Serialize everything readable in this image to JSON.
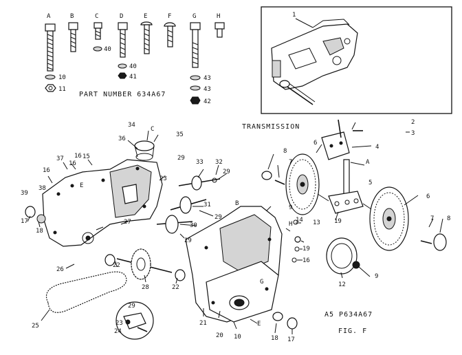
{
  "diagram": {
    "part_number_line": "PART NUMBER 634A67",
    "transmission_caption": "TRANSMISSION",
    "drawing_ref": "A5   P634A67",
    "figure_label": "FIG. F",
    "bolt_letters": [
      "A",
      "B",
      "C",
      "D",
      "E",
      "F",
      "G",
      "H"
    ],
    "hardware_callouts": [
      "10",
      "11",
      "40",
      "40",
      "41",
      "43",
      "43",
      "42"
    ],
    "inset_transmission_number": "1",
    "callouts": {
      "c2": "2",
      "c3": "3",
      "c4": "4",
      "cA_arm": "A",
      "c5": "5",
      "c6a": "6",
      "c6b": "6",
      "c7a": "7",
      "c7b": "7",
      "c8a": "8",
      "c8b": "8",
      "c9a": "9",
      "c9b": "9",
      "c13": "13",
      "c14": "14",
      "c19a": "19",
      "c19b": "19",
      "c16a": "16",
      "c12": "12",
      "c34": "34",
      "cC": "C",
      "c35": "35",
      "c36": "36",
      "c29a": "29",
      "c33": "33",
      "c32": "32",
      "c29b": "29",
      "c15": "15",
      "c37": "37",
      "c16b": "16",
      "c16c": "16",
      "c16d": "16",
      "c38": "38",
      "cE_left": "E",
      "c39": "39",
      "c23": "23",
      "c31": "31",
      "c29c": "29",
      "c27": "27",
      "c30": "30",
      "c29d": "29",
      "c17a": "17",
      "c18a": "18",
      "c26": "26",
      "c22a": "22",
      "c28": "28",
      "c22b": "22",
      "cB": "B",
      "cH": "H",
      "cG": "G",
      "c21": "21",
      "c20": "20",
      "c10": "10",
      "cE_bot": "E",
      "c18b": "18",
      "c17b": "17",
      "c25": "25",
      "c29e": "29",
      "c23b": "23",
      "c24": "24"
    }
  }
}
